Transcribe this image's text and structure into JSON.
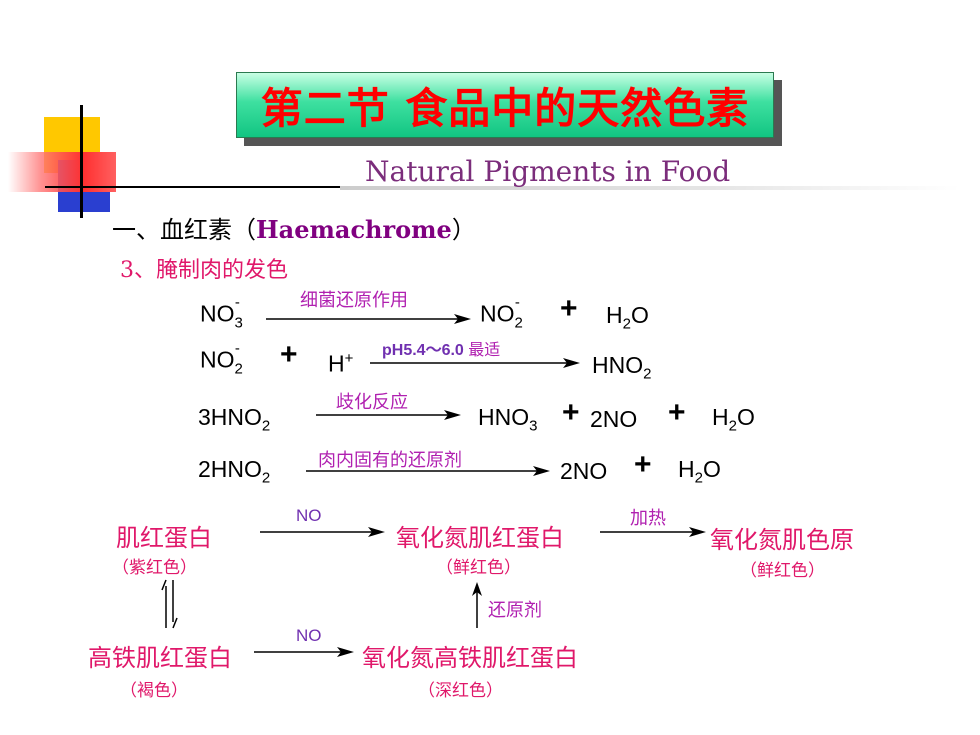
{
  "title": "第二节  食品中的天然色素",
  "subtitle": "Natural Pigments in Food",
  "section": {
    "prefix": "一、血红素（",
    "english": "Haemachrome",
    "suffix": "）"
  },
  "subsection": "3、腌制肉的发色",
  "reactions": [
    {
      "left": [
        "NO",
        "3",
        "-"
      ],
      "condition": "细菌还原作用",
      "right": [
        "NO",
        "2",
        "-"
      ],
      "plus": "+",
      "extra": [
        "H",
        "2",
        "O"
      ]
    },
    {
      "left": [
        "NO",
        "2",
        "-"
      ],
      "plus": "+",
      "h": [
        "H",
        "+"
      ],
      "condition_a": "pH5.4～6.0",
      "condition_b": "最适",
      "right": [
        "HNO",
        "2"
      ]
    },
    {
      "coef": "3",
      "left": [
        "HNO",
        "2"
      ],
      "condition": "歧化反应",
      "right": [
        "HNO",
        "3"
      ],
      "plus": "+",
      "coef2": "2",
      "mid": "NO",
      "extra": [
        "H",
        "2",
        "O"
      ]
    },
    {
      "coef": "2",
      "left": [
        "HNO",
        "2"
      ],
      "condition": "肉内固有的还原剂",
      "coef2": "2",
      "mid": "NO",
      "plus": "+",
      "extra": [
        "H",
        "2",
        "O"
      ]
    }
  ],
  "scheme": {
    "myoglobin": "肌红蛋白",
    "myoglobin_color": "（紫红色）",
    "no_label_1": "NO",
    "nitroso_myoglobin": "氧化氮肌红蛋白",
    "nitroso_myoglobin_color": "（鲜红色）",
    "heat": "加热",
    "nitroso_hemochrome": "氧化氮肌色原",
    "nitroso_hemochrome_color": "（鲜红色）",
    "reductant": "还原剂",
    "metmyoglobin": "高铁肌红蛋白",
    "metmyoglobin_color": "（褐色）",
    "no_label_2": "NO",
    "nitroso_metmyoglobin": "氧化氮高铁肌红蛋白",
    "nitroso_metmyoglobin_color": "（深红色）"
  },
  "colors": {
    "title_text": "#ff0000",
    "title_box": "#12c582",
    "subtitle": "#7b2d7b",
    "accent_pink": "#e0186a",
    "condition": "#b020b0"
  }
}
